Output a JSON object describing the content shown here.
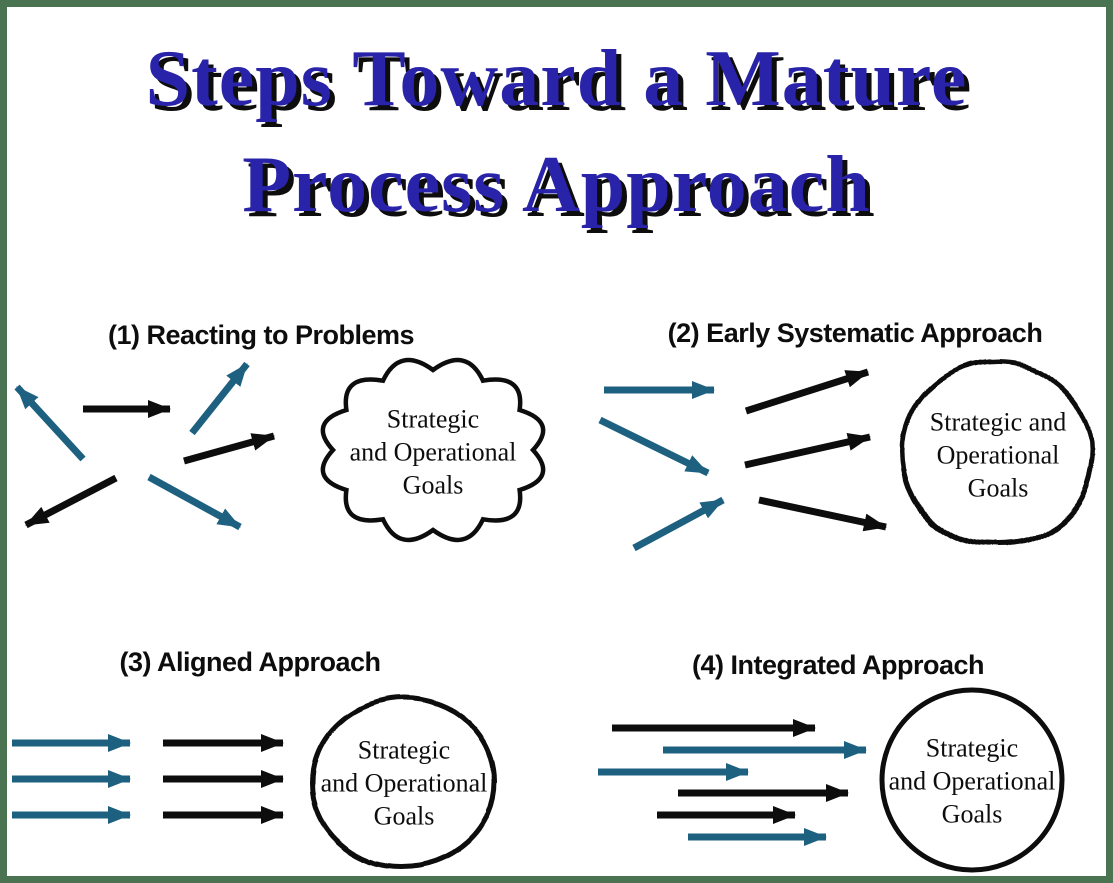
{
  "palette": {
    "background": "#FFFFFF",
    "frame_green": "#4A7351",
    "title_blue": "#2823A8",
    "ink": "#0D0D0D",
    "arrow_teal": "#1D6080"
  },
  "title": {
    "line1": "Steps Toward a Mature",
    "line2": "Process Approach"
  },
  "panels": [
    {
      "heading": "(1) Reacting to Problems",
      "goal_shape": "wavy-cloud",
      "goal_lines": [
        "Strategic",
        "and Operational",
        "Goals"
      ],
      "black_arrows": 3,
      "teal_arrows": 3
    },
    {
      "heading": "(2) Early Systematic Approach",
      "goal_shape": "irregular-blob",
      "goal_lines": [
        "Strategic and",
        "Operational",
        "Goals"
      ],
      "black_arrows": 3,
      "teal_arrows": 3
    },
    {
      "heading": "(3) Aligned Approach",
      "goal_shape": "rounded-blob",
      "goal_lines": [
        "Strategic",
        "and Operational",
        "Goals"
      ],
      "black_arrows": 3,
      "teal_arrows": 3
    },
    {
      "heading": "(4) Integrated Approach",
      "goal_shape": "circle",
      "goal_lines": [
        "Strategic",
        "and Operational",
        "Goals"
      ],
      "black_arrows": 3,
      "teal_arrows": 3
    }
  ]
}
